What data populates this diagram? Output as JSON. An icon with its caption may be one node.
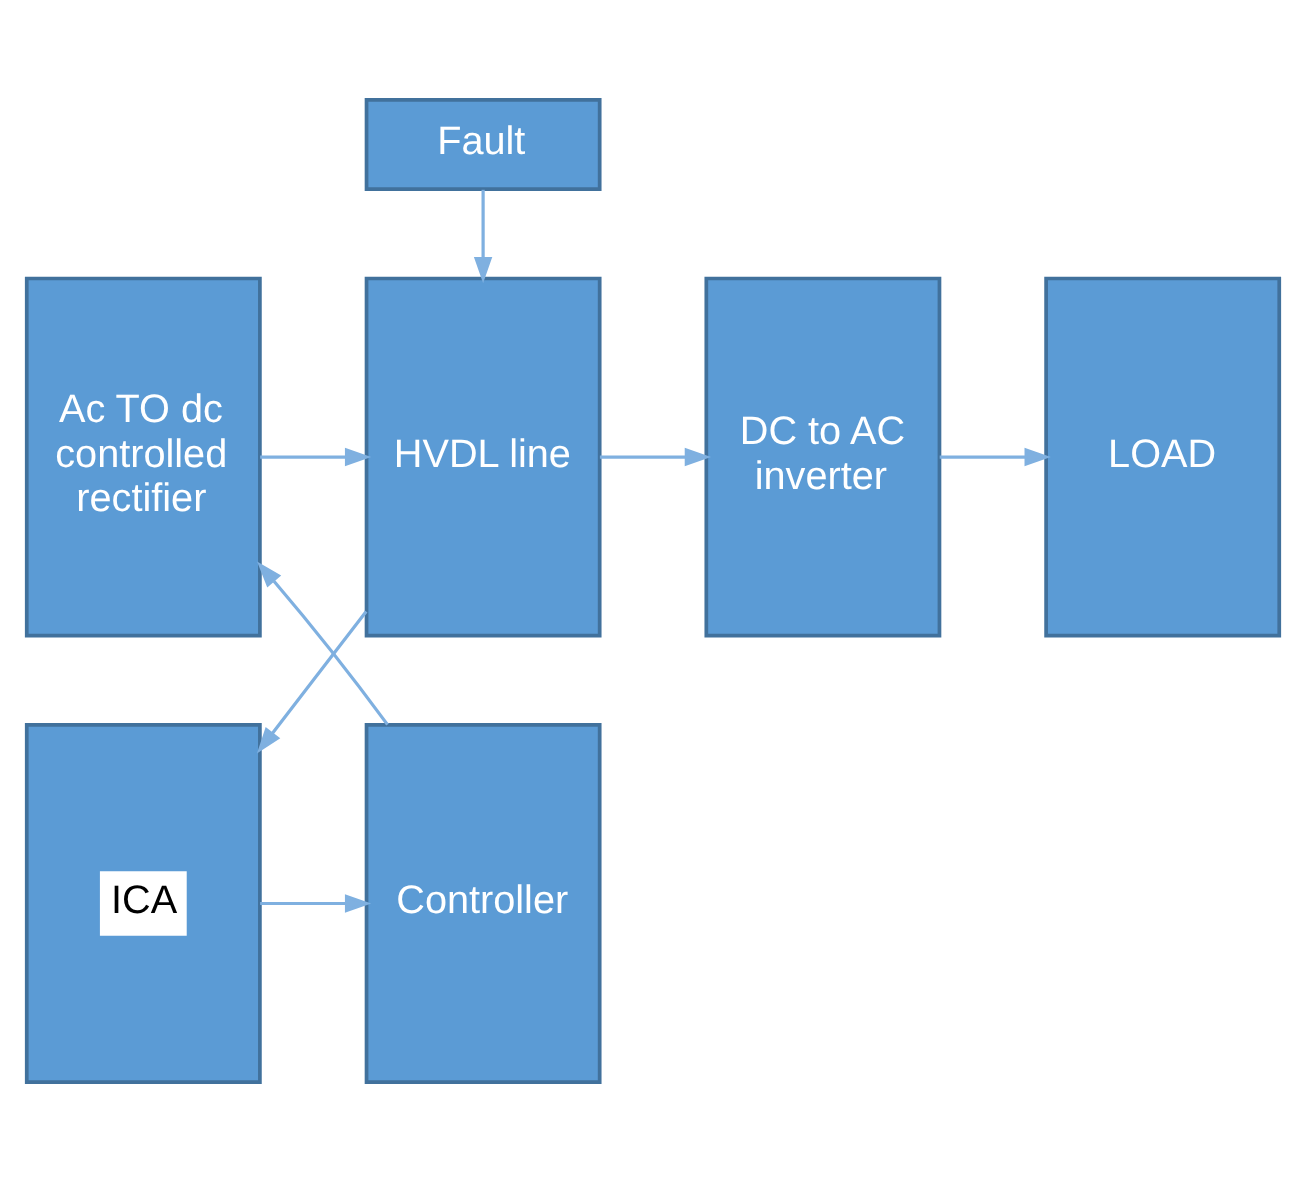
{
  "diagram": {
    "nodes": [
      {
        "text": [
          "Fault"
        ]
      },
      {
        "text": [
          "Ac TO dc controlled rectifier"
        ]
      },
      {
        "text": [
          "HVDL line"
        ]
      },
      {
        "text": [
          "DC to AC inverter"
        ]
      },
      {
        "text": [
          "LOAD"
        ]
      },
      {
        "text": [
          "Controller"
        ]
      },
      {
        "text": [
          "ICA"
        ]
      }
    ],
    "edges": [
      {
        "from": 0,
        "to": 2,
        "arrow": "to"
      },
      {
        "from": 1,
        "to": 2,
        "arrow": "to"
      },
      {
        "from": 2,
        "to": 3,
        "arrow": "to"
      },
      {
        "from": 3,
        "to": 4,
        "arrow": "to"
      },
      {
        "from": 2,
        "to": 6,
        "arrow": "to"
      },
      {
        "from": 6,
        "to": 5,
        "arrow": "to"
      },
      {
        "from": 5,
        "to": 1,
        "arrow": "to"
      }
    ]
  }
}
